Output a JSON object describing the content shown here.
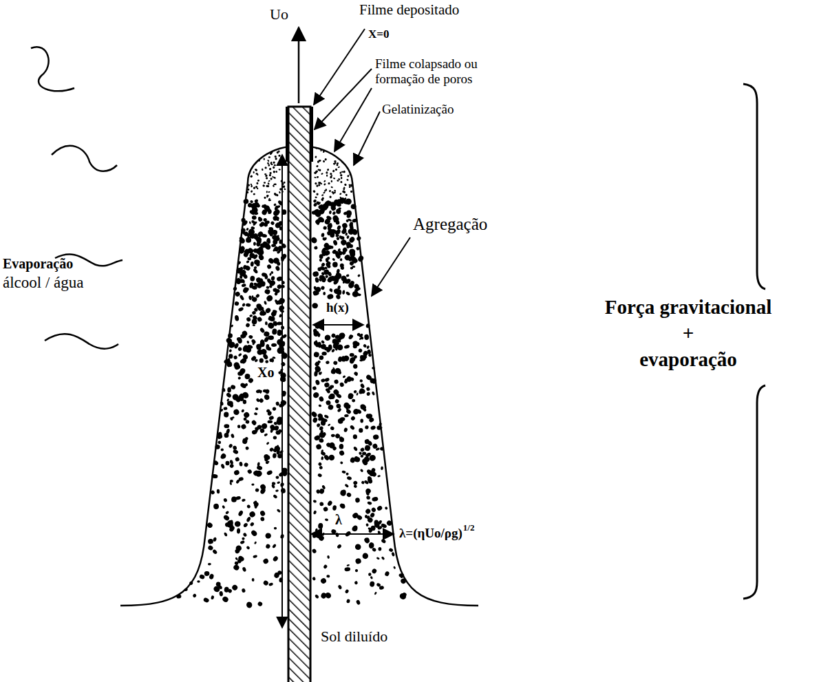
{
  "diagram": {
    "labels": [
      "Uo",
      "Filme depositado",
      "X=0",
      "Filme colapsado ou formação de poros",
      "Gelatinização",
      "Agregação",
      "h(x)",
      "Xo",
      "λ",
      "λ=(ηUo/ρg)",
      "1/2",
      "Evaporação",
      "álcool / água",
      "Força gravitacional",
      "+",
      "evaporação",
      "Sol diluído"
    ]
  }
}
